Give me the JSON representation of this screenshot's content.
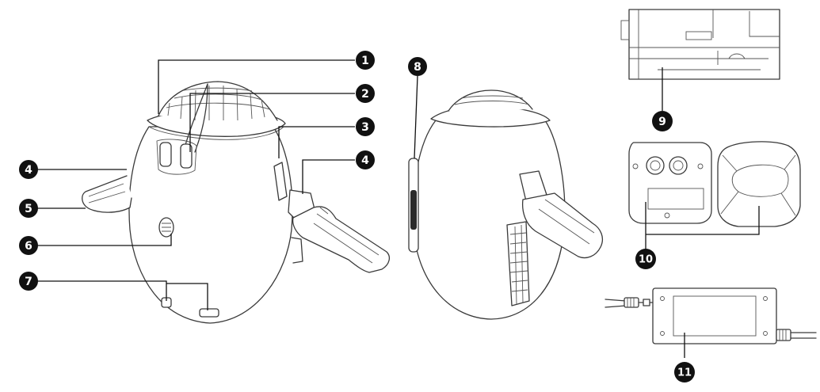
{
  "callouts": [
    {
      "id": "c1",
      "label": "1"
    },
    {
      "id": "c2",
      "label": "2"
    },
    {
      "id": "c3",
      "label": "3"
    },
    {
      "id": "c4a",
      "label": "4"
    },
    {
      "id": "c4b",
      "label": "4"
    },
    {
      "id": "c5",
      "label": "5"
    },
    {
      "id": "c6",
      "label": "6"
    },
    {
      "id": "c7",
      "label": "7"
    },
    {
      "id": "c8",
      "label": "8"
    },
    {
      "id": "c9",
      "label": "9"
    },
    {
      "id": "c10",
      "label": "10"
    },
    {
      "id": "c11",
      "label": "11"
    }
  ],
  "colors": {
    "line": "#3a3a3a",
    "badge": "#111111",
    "badge_text": "#ffffff",
    "background": "#ffffff"
  }
}
